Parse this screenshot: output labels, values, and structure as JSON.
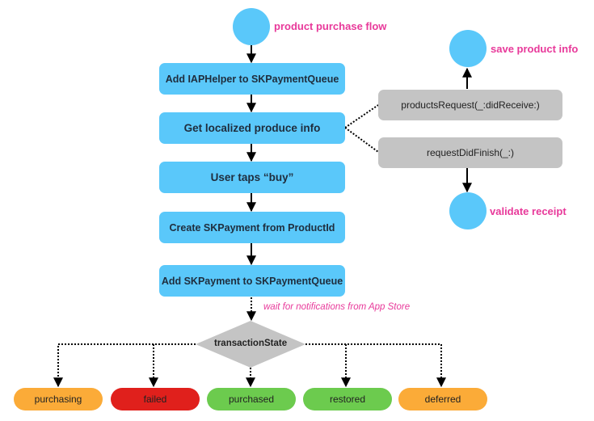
{
  "flow": {
    "start_label": "product purchase flow",
    "steps": [
      "Add IAPHelper to SKPaymentQueue",
      "Get localized produce info",
      "User taps “buy”",
      "Create SKPayment from ProductId",
      "Add SKPayment to SKPaymentQueue"
    ],
    "wait_note": "wait for notifications from App Store",
    "decision": "transactionState"
  },
  "callbacks": {
    "products_request": "productsRequest(_:didReceive:)",
    "request_did_finish": "requestDidFinish(_:)",
    "save_label": "save product info",
    "validate_label": "validate receipt"
  },
  "states": [
    {
      "label": "purchasing",
      "color": "#fbab38"
    },
    {
      "label": "failed",
      "color": "#e0201c"
    },
    {
      "label": "purchased",
      "color": "#6ccb4e"
    },
    {
      "label": "restored",
      "color": "#6ccb4e"
    },
    {
      "label": "deferred",
      "color": "#fbab38"
    }
  ]
}
